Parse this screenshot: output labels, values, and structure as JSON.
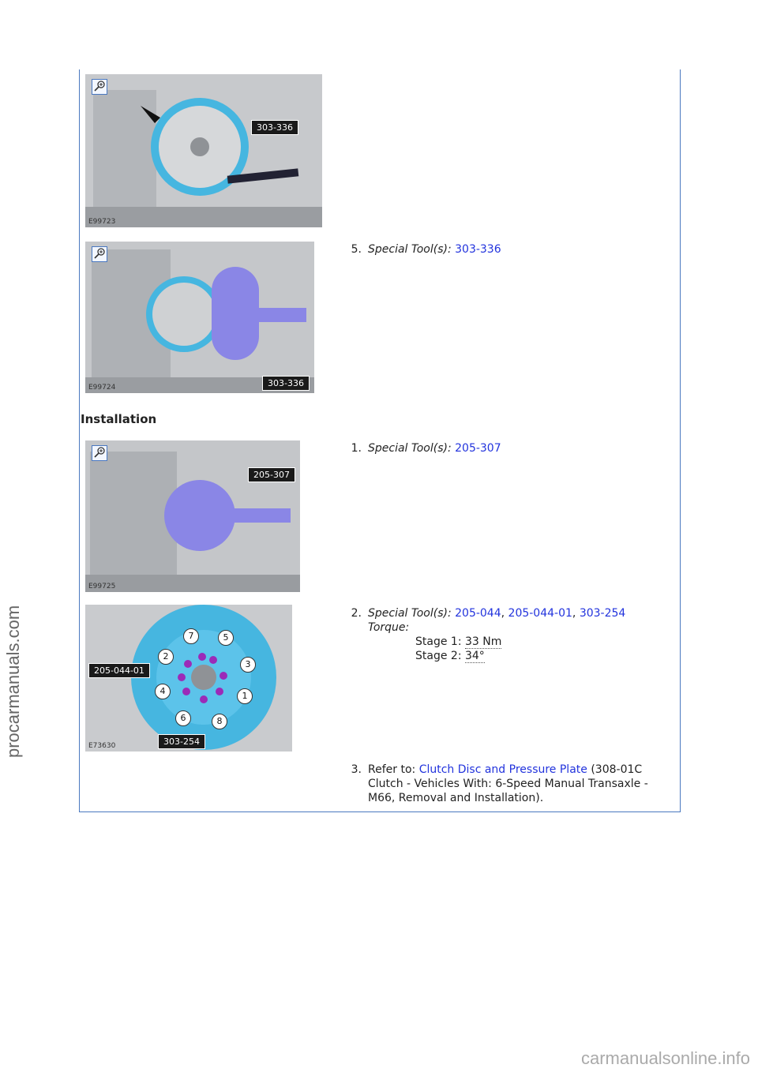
{
  "figures": [
    {
      "code": "E99723",
      "callouts": [
        "303-336"
      ]
    },
    {
      "code": "E99724",
      "callouts": [
        "303-336"
      ]
    },
    {
      "code": "E99725",
      "callouts": [
        "205-307"
      ]
    },
    {
      "code": "E73630",
      "callouts": [
        "205-044-01",
        "303-254"
      ],
      "numbers": [
        "7",
        "5",
        "2",
        "3",
        "4",
        "1",
        "6",
        "8"
      ]
    }
  ],
  "steps": {
    "removal_5": {
      "n": "5.",
      "label": "Special Tool(s):",
      "tools": [
        "303-336"
      ]
    },
    "install_1": {
      "n": "1.",
      "label": "Special Tool(s):",
      "tools": [
        "205-307"
      ]
    },
    "install_2": {
      "n": "2.",
      "label": "Special Tool(s):",
      "tools": [
        "205-044",
        "205-044-01",
        "303-254"
      ],
      "torque_label": "Torque:",
      "stage1": "Stage 1:",
      "stage1_val": "33 Nm",
      "stage2": "Stage 2:",
      "stage2_val": "34°"
    },
    "install_3": {
      "n": "3.",
      "prefix": "Refer to:",
      "link": "Clutch Disc and Pressure Plate",
      "suffix": "(308-01C Clutch - Vehicles With: 6-Speed Manual Transaxle - M66, Removal and Installation)."
    }
  },
  "heading": "Installation",
  "side_watermark": "procarmanuals.com",
  "footer_watermark": "carmanualsonline.info",
  "colors": {
    "link": "#2233dd",
    "frame": "#4a78c0",
    "tool_blue": "#3aaee0",
    "tool_violet": "#8a86e6"
  }
}
